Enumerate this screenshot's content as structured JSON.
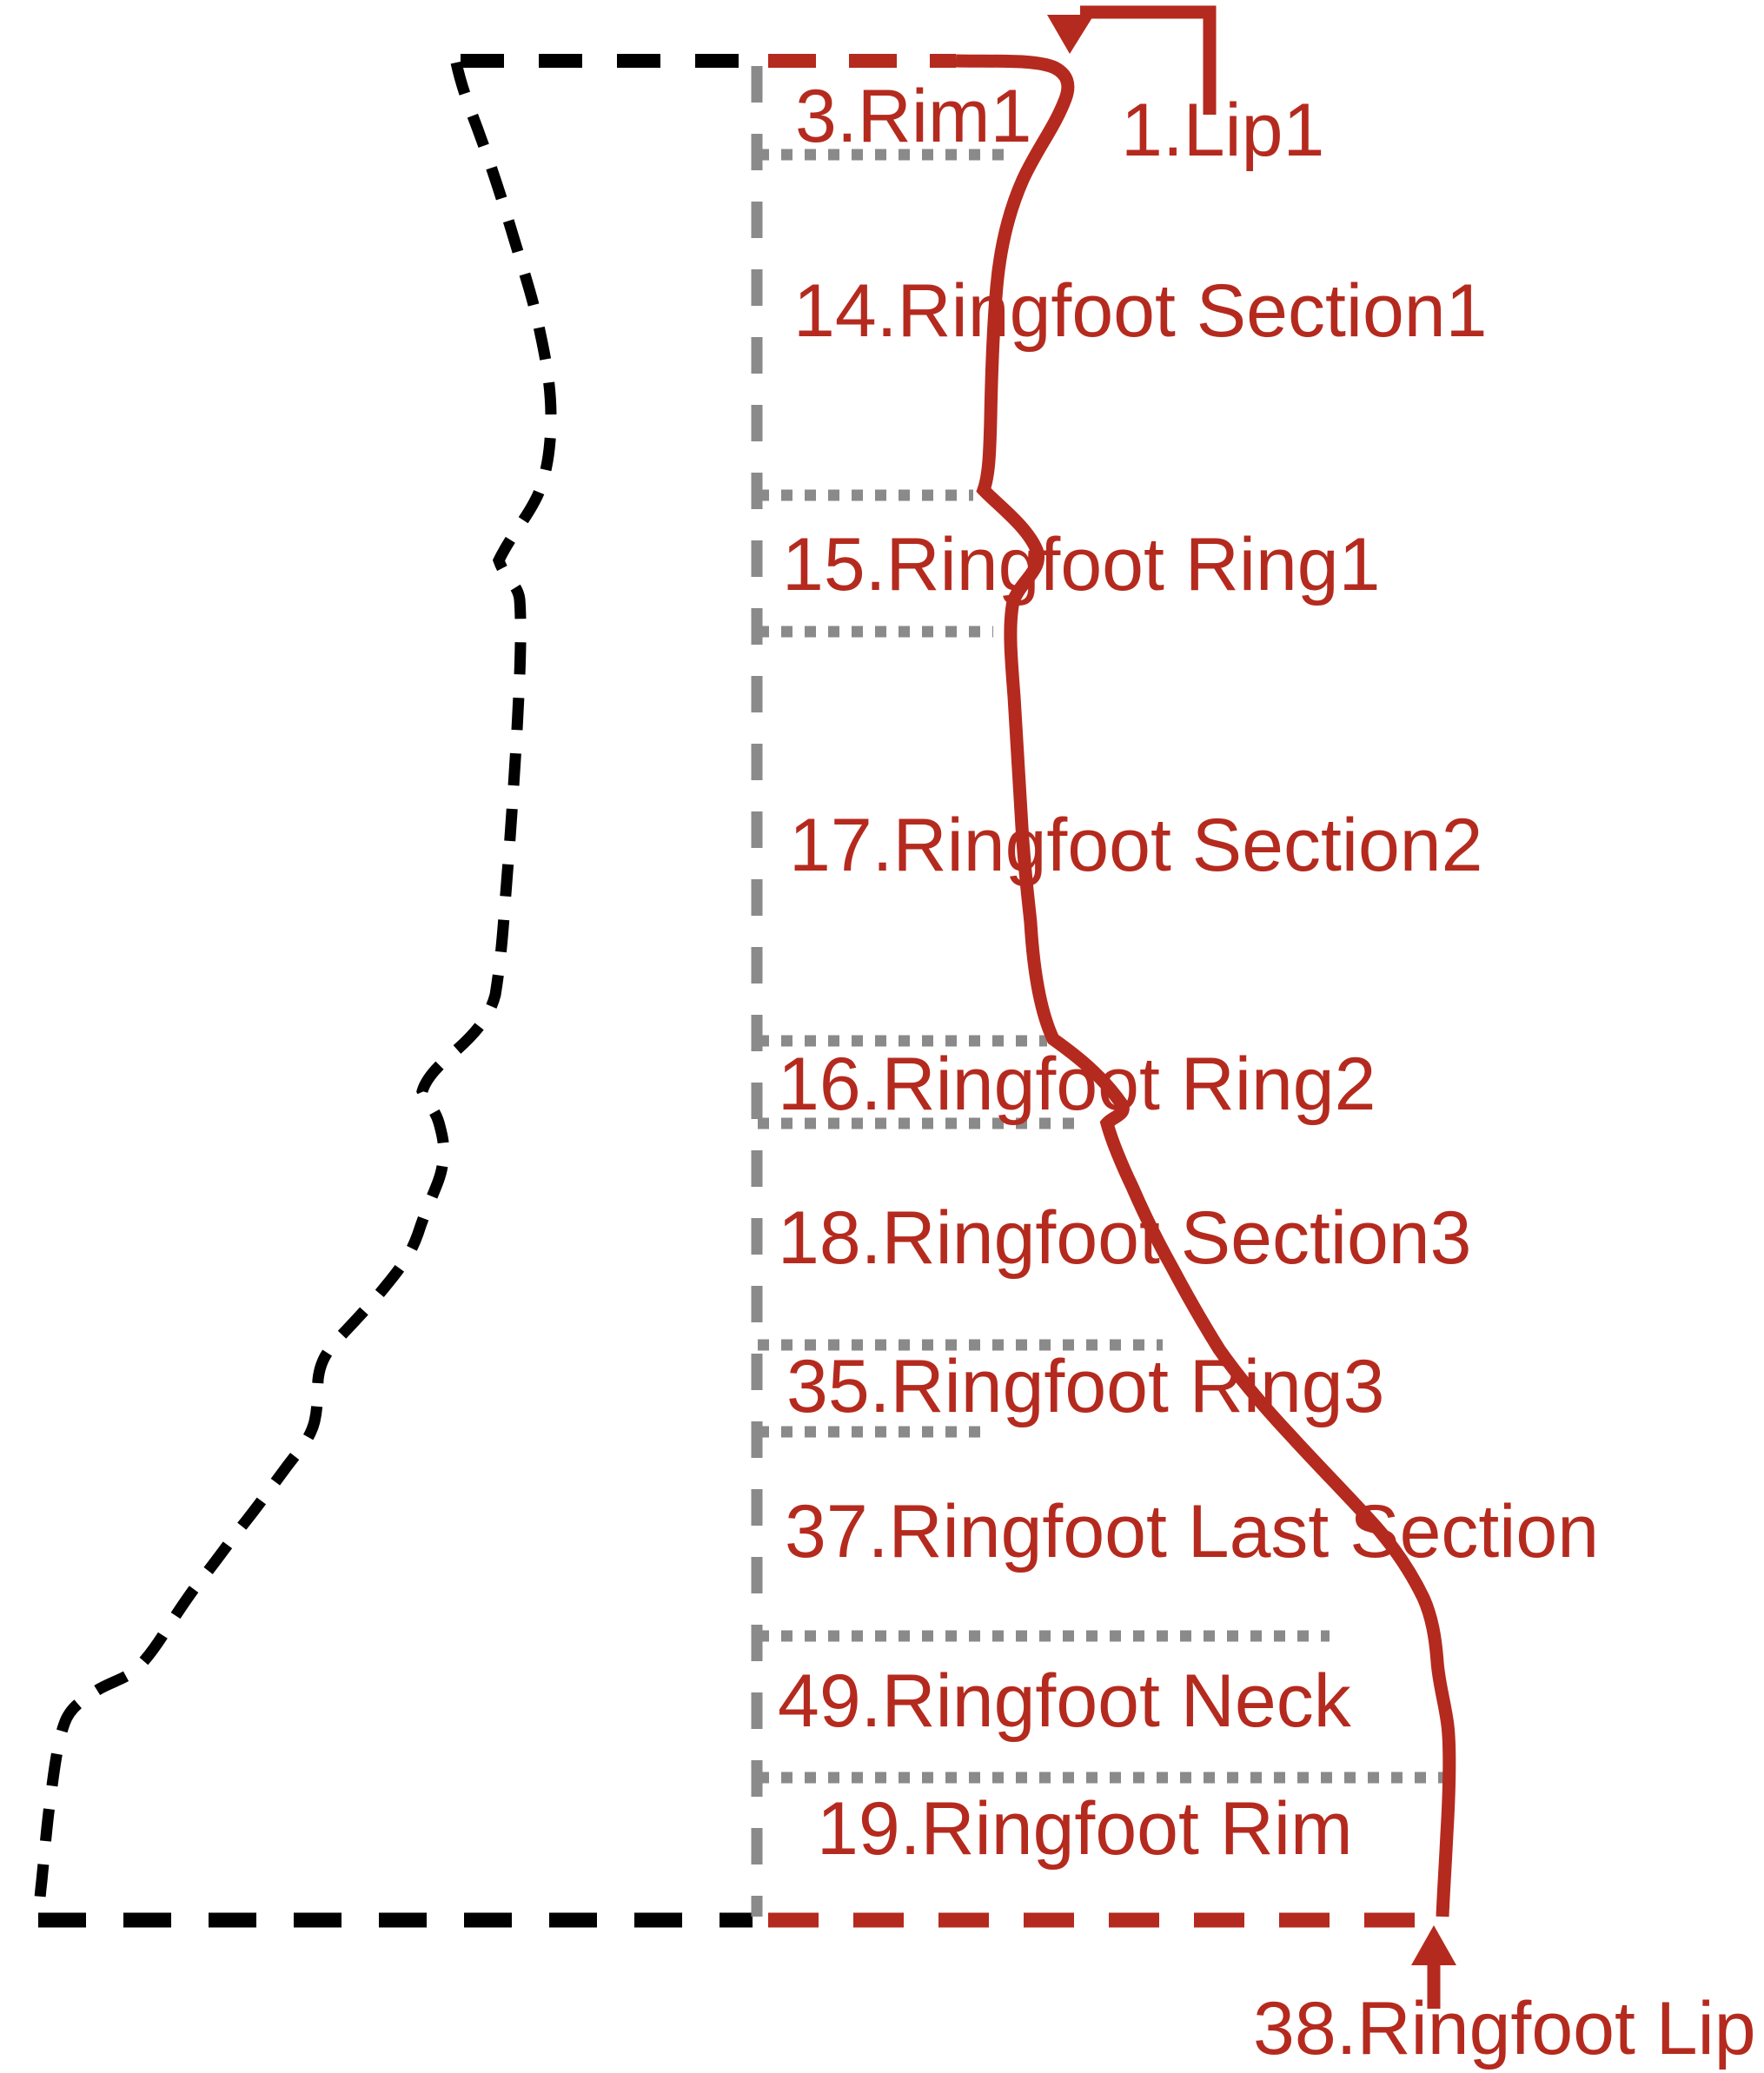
{
  "diagram": {
    "colors": {
      "annotation_red": "#B52A1E",
      "outline_black": "#000000",
      "guide_gray": "#8a8a8a"
    },
    "labels": [
      {
        "id": "rim1",
        "text": "3.Rim1"
      },
      {
        "id": "lip1",
        "text": "1.Lip1"
      },
      {
        "id": "ringfoot-section1",
        "text": "14.Ringfoot Section1"
      },
      {
        "id": "ringfoot-ring1",
        "text": "15.Ringfoot Ring1"
      },
      {
        "id": "ringfoot-section2",
        "text": "17.Ringfoot Section2"
      },
      {
        "id": "ringfoot-ring2",
        "text": "16.Ringfoot Ring2"
      },
      {
        "id": "ringfoot-section3",
        "text": "18.Ringfoot Section3"
      },
      {
        "id": "ringfoot-ring3",
        "text": "35.Ringfoot Ring3"
      },
      {
        "id": "ringfoot-last-section",
        "text": "37.Ringfoot Last Section"
      },
      {
        "id": "ringfoot-neck",
        "text": "49.Ringfoot Neck"
      },
      {
        "id": "ringfoot-rim",
        "text": "19.Ringfoot Rim"
      },
      {
        "id": "ringfoot-lip",
        "text": "38.Ringfoot Lip"
      }
    ]
  }
}
